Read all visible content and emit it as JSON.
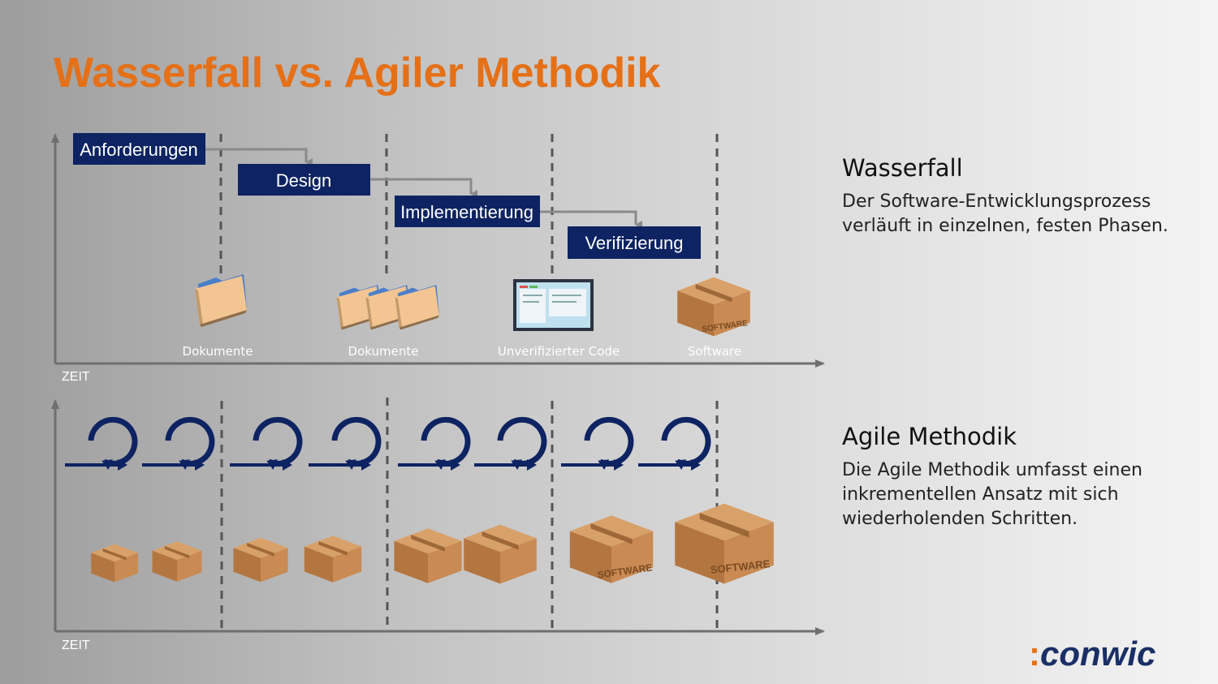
{
  "title": "Wasserfall vs. Agiler Methodik",
  "colors": {
    "accent": "#e57017",
    "phase_box": "#0d2362",
    "brand": "#1a2f66",
    "arrow": "#8a8a8a",
    "axis": "#6f6f6f",
    "box_carton": "#c88a52"
  },
  "waterfall": {
    "phases": [
      "Anforderungen",
      "Design",
      "Implementierung",
      "Verifizierung"
    ],
    "artifacts": [
      "Dokumente",
      "Dokumente",
      "Unverifizierter Code",
      "Software"
    ],
    "axis_label": "ZEIT",
    "box_stamp": "SOFTWARE"
  },
  "agile": {
    "axis_label": "ZEIT",
    "iteration_count": 8,
    "box_stamps": [
      "SOFTWARE",
      "SOFTWARE"
    ]
  },
  "side": {
    "waterfall": {
      "heading": "Wasserfall",
      "text": "Der Software-Entwicklungsprozess verläuft in einzelnen, festen Phasen."
    },
    "agile": {
      "heading": "Agile Methodik",
      "text": "Die Agile Methodik umfasst einen inkrementellen Ansatz mit sich wiederholenden Schritten."
    }
  },
  "logo": {
    "colon": ":",
    "text": "conwic"
  }
}
